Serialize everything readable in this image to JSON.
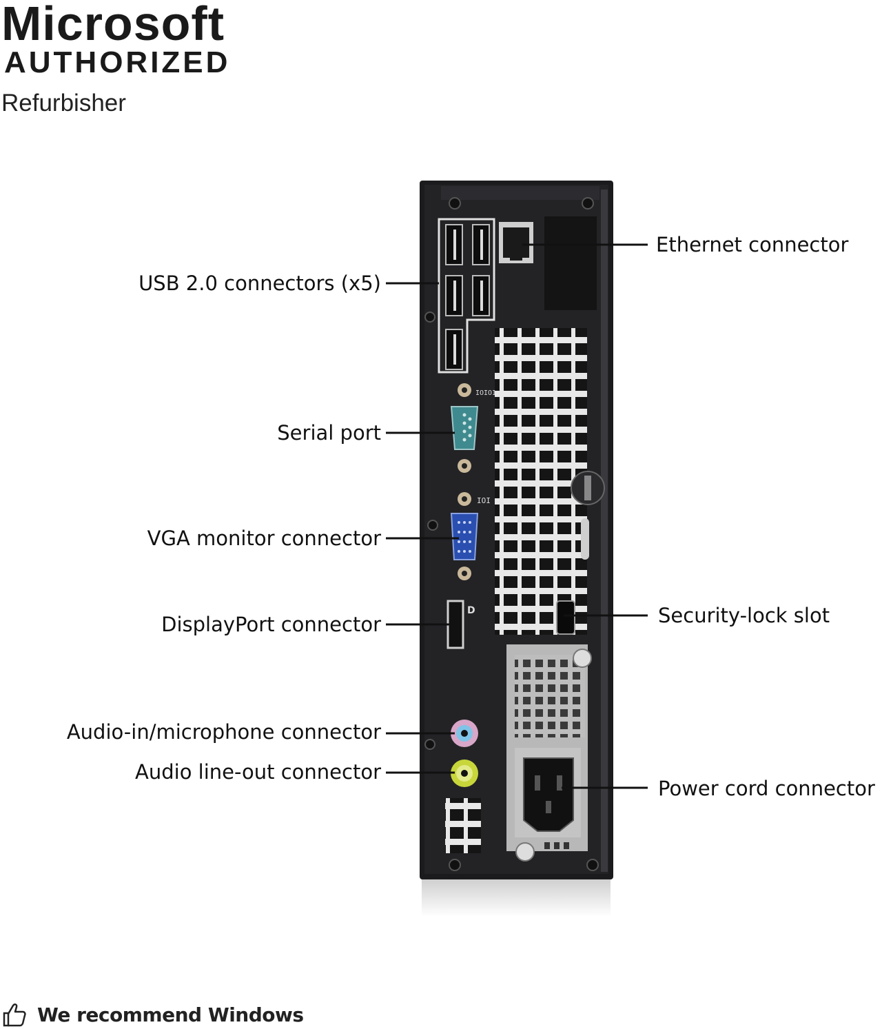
{
  "logo": {
    "line1": "Microsoft",
    "line2": "AUTHORIZED",
    "line3": "Refurbisher"
  },
  "callouts": {
    "usb": "USB 2.0 connectors (x5)",
    "serial": "Serial port",
    "vga": "VGA monitor connector",
    "displayport": "DisplayPort connector",
    "audio_in": "Audio-in/microphone connector",
    "audio_out": "Audio line-out connector",
    "ethernet": "Ethernet connector",
    "security": "Security-lock slot",
    "power": "Power cord connector"
  },
  "panel_markings": {
    "serial_symbol": "IOIOI",
    "vga_symbol": "IOI",
    "dp_symbol": "D"
  },
  "footer": {
    "icon": "thumbs-up-icon",
    "text": "We recommend Windows"
  },
  "colors": {
    "chassis": "#1b1b1d",
    "serial_port": "#3f8a8f",
    "vga_port": "#2a4fb0",
    "mic_jack": "#d8a6c8",
    "mic_center": "#7fc4e8",
    "lineout_jack": "#c8d63a",
    "psu_metal": "#b8b8b8"
  }
}
